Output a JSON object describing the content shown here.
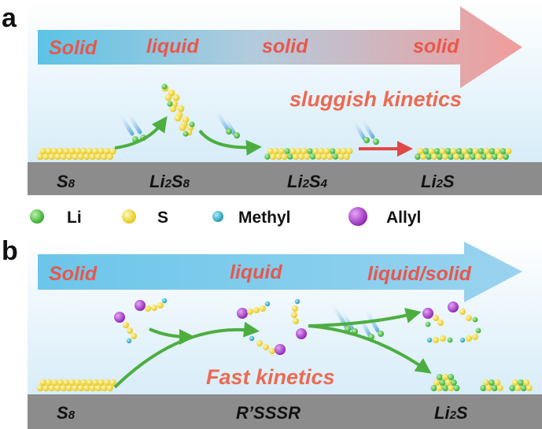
{
  "panel_a": {
    "letter": "a",
    "stages": [
      "Solid",
      "liquid",
      "solid",
      "solid"
    ],
    "kinetics": "sluggish kinetics",
    "species": {
      "s8": "S8",
      "li2s8": "Li2S8",
      "li2s4": "Li2S4",
      "li2s": "Li2S"
    }
  },
  "legend": [
    {
      "label": "Li",
      "color": "#3dbb2e"
    },
    {
      "label": "S",
      "color": "#f2dc1f"
    },
    {
      "label": "Methyl",
      "color": "#27a8c4"
    },
    {
      "label": "Allyl",
      "color": "#a335c9"
    }
  ],
  "panel_b": {
    "letter": "b",
    "stages": [
      "Solid",
      "liquid",
      "liquid/solid"
    ],
    "kinetics": "Fast kinetics",
    "species": {
      "s8": "S8",
      "rsssr": "R’SSSR",
      "li2s": "Li2S"
    }
  },
  "colors": {
    "background_top": "#ffffff",
    "background_bottom": "#cfe9f7",
    "substrate": "#8c8c8c",
    "arrow_green": "#4cae3f",
    "arrow_red": "#e04a46",
    "stage_text": "#e8574c"
  }
}
